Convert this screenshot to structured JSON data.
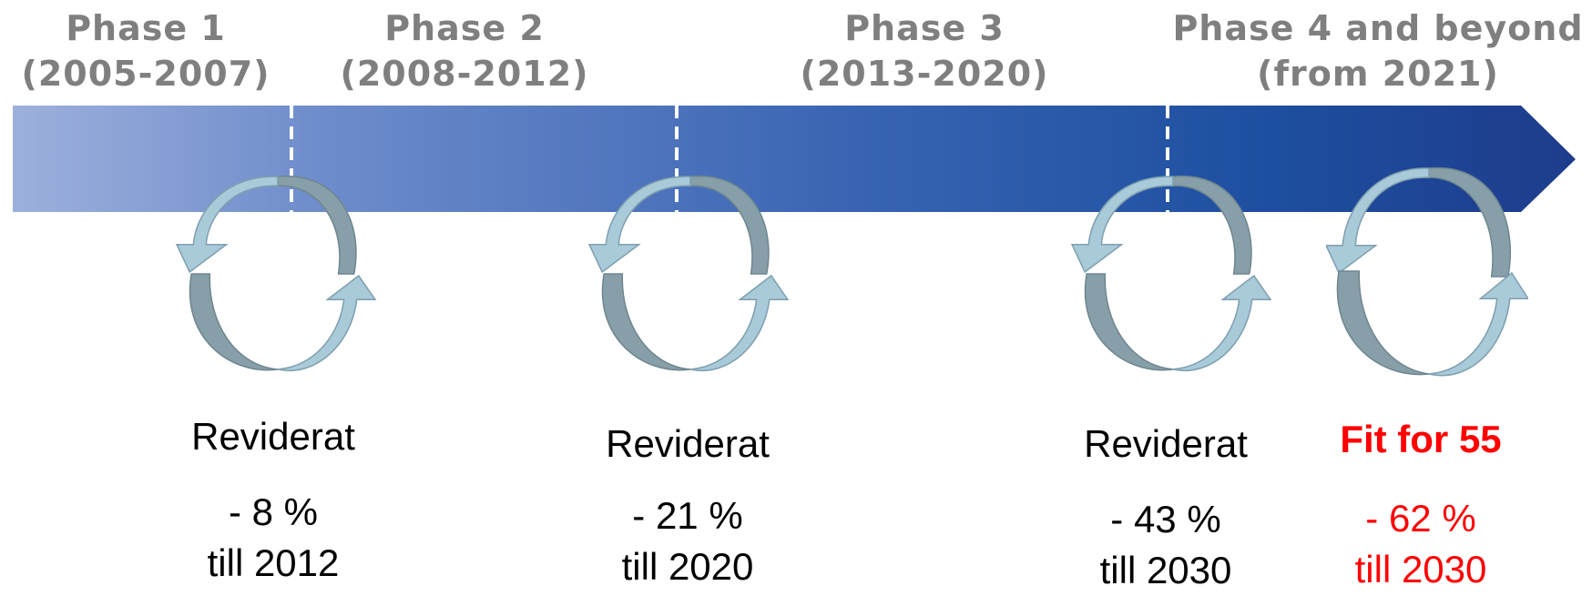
{
  "phases": [
    {
      "name": "Phase 1",
      "period": "(2005-2007)"
    },
    {
      "name": "Phase 2",
      "period": "(2008-2012)"
    },
    {
      "name": "Phase 3",
      "period": "(2013-2020)"
    },
    {
      "name": "Phase 4 and beyond",
      "period": "(from 2021)"
    }
  ],
  "reviews": [
    {
      "title": "Reviderat",
      "reduction": "- 8 %",
      "target": "till 2012"
    },
    {
      "title": "Reviderat",
      "reduction": "- 21 %",
      "target": "till 2020"
    },
    {
      "title": "Reviderat",
      "reduction": "- 43 %",
      "target": "till 2030"
    },
    {
      "title": "Fit for 55",
      "reduction": "- 62 %",
      "target": "till 2030"
    }
  ],
  "colors": {
    "phase_text": "#7f7f7f",
    "arrow_start": "#9db0dc",
    "arrow_end": "#1e3c8c",
    "cycle_light": "#a8cad9",
    "cycle_dark": "#879fa8",
    "highlight": "#ff0000"
  },
  "icons": [
    "cycle-arrows-icon"
  ]
}
